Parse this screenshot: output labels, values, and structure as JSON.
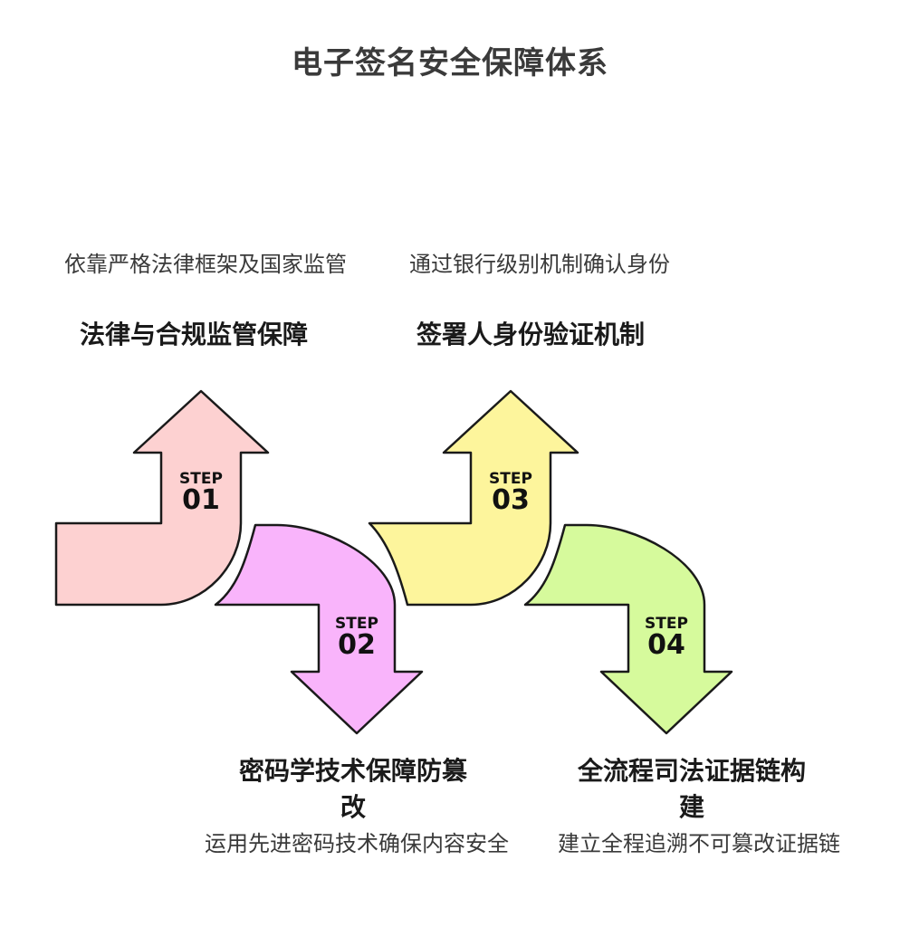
{
  "title": "电子签名安全保障体系",
  "steps": [
    {
      "step_word": "STEP",
      "num": "01",
      "heading": "法律与合规监管保障",
      "description": "依靠严格法律框架及国家监管",
      "color": "#fdd1d1"
    },
    {
      "step_word": "STEP",
      "num": "02",
      "heading": "密码学技术保障防篡改",
      "description": "运用先进密码技术确保内容安全",
      "color": "#f9b4fb"
    },
    {
      "step_word": "STEP",
      "num": "03",
      "heading": "签署人身份验证机制",
      "description": "通过银行级别机制确认身份",
      "color": "#fdf59c"
    },
    {
      "step_word": "STEP",
      "num": "04",
      "heading": "全流程司法证据链构建",
      "description": "建立全程追溯不可篡改证据链",
      "color": "#d6fa9c"
    }
  ]
}
